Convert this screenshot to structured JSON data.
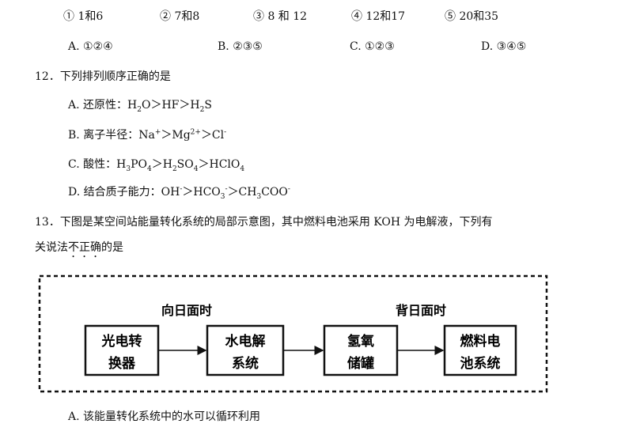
{
  "q11": {
    "items": [
      "① 1和6",
      "② 7和8",
      "③ 8 和 12",
      "④ 12和17",
      "⑤ 20和35"
    ],
    "options": [
      "A. ①②④",
      "B. ②③⑤",
      "C. ①②③",
      "D. ③④⑤"
    ]
  },
  "q12": {
    "stem": "12．下列排列顺序正确的是",
    "a": {
      "prefix": "A. 还原性：",
      "parts": [
        "H",
        "2",
        "O",
        "＞HF＞H",
        "2",
        "S"
      ]
    },
    "b": {
      "prefix": "B. 离子半径：",
      "parts": [
        "Na",
        "+",
        "＞Mg",
        "2+",
        "＞Cl",
        "-"
      ]
    },
    "c": {
      "prefix": "C. 酸性：",
      "parts": [
        "H",
        "3",
        "PO",
        "4",
        "＞H",
        "2",
        "SO",
        "4",
        "＞HClO",
        "4"
      ]
    },
    "d": {
      "prefix": "D. 结合质子能力：",
      "parts": [
        "OH",
        "-",
        "＞HCO",
        "3",
        "-",
        "＞CH",
        "3",
        "COO",
        "-"
      ]
    }
  },
  "q13": {
    "stem_line1": "13．下图是某空间站能量转化系统的局部示意图，其中燃料电池采用 KOH 为电解液，下列有",
    "stem_line2_before": "关说法",
    "stem_line2_emph": "不正确",
    "stem_line2_after": "的是",
    "diagram": {
      "label_day": "向日面时",
      "label_night": "背日面时",
      "boxes": [
        {
          "line1": "光电转",
          "line2": "换器"
        },
        {
          "line1": "水电解",
          "line2": "系统"
        },
        {
          "line1": "氢氧",
          "line2": "储罐"
        },
        {
          "line1": "燃料电",
          "line2": "池系统"
        }
      ]
    },
    "option_a": "A. 该能量转化系统中的水可以循环利用"
  }
}
